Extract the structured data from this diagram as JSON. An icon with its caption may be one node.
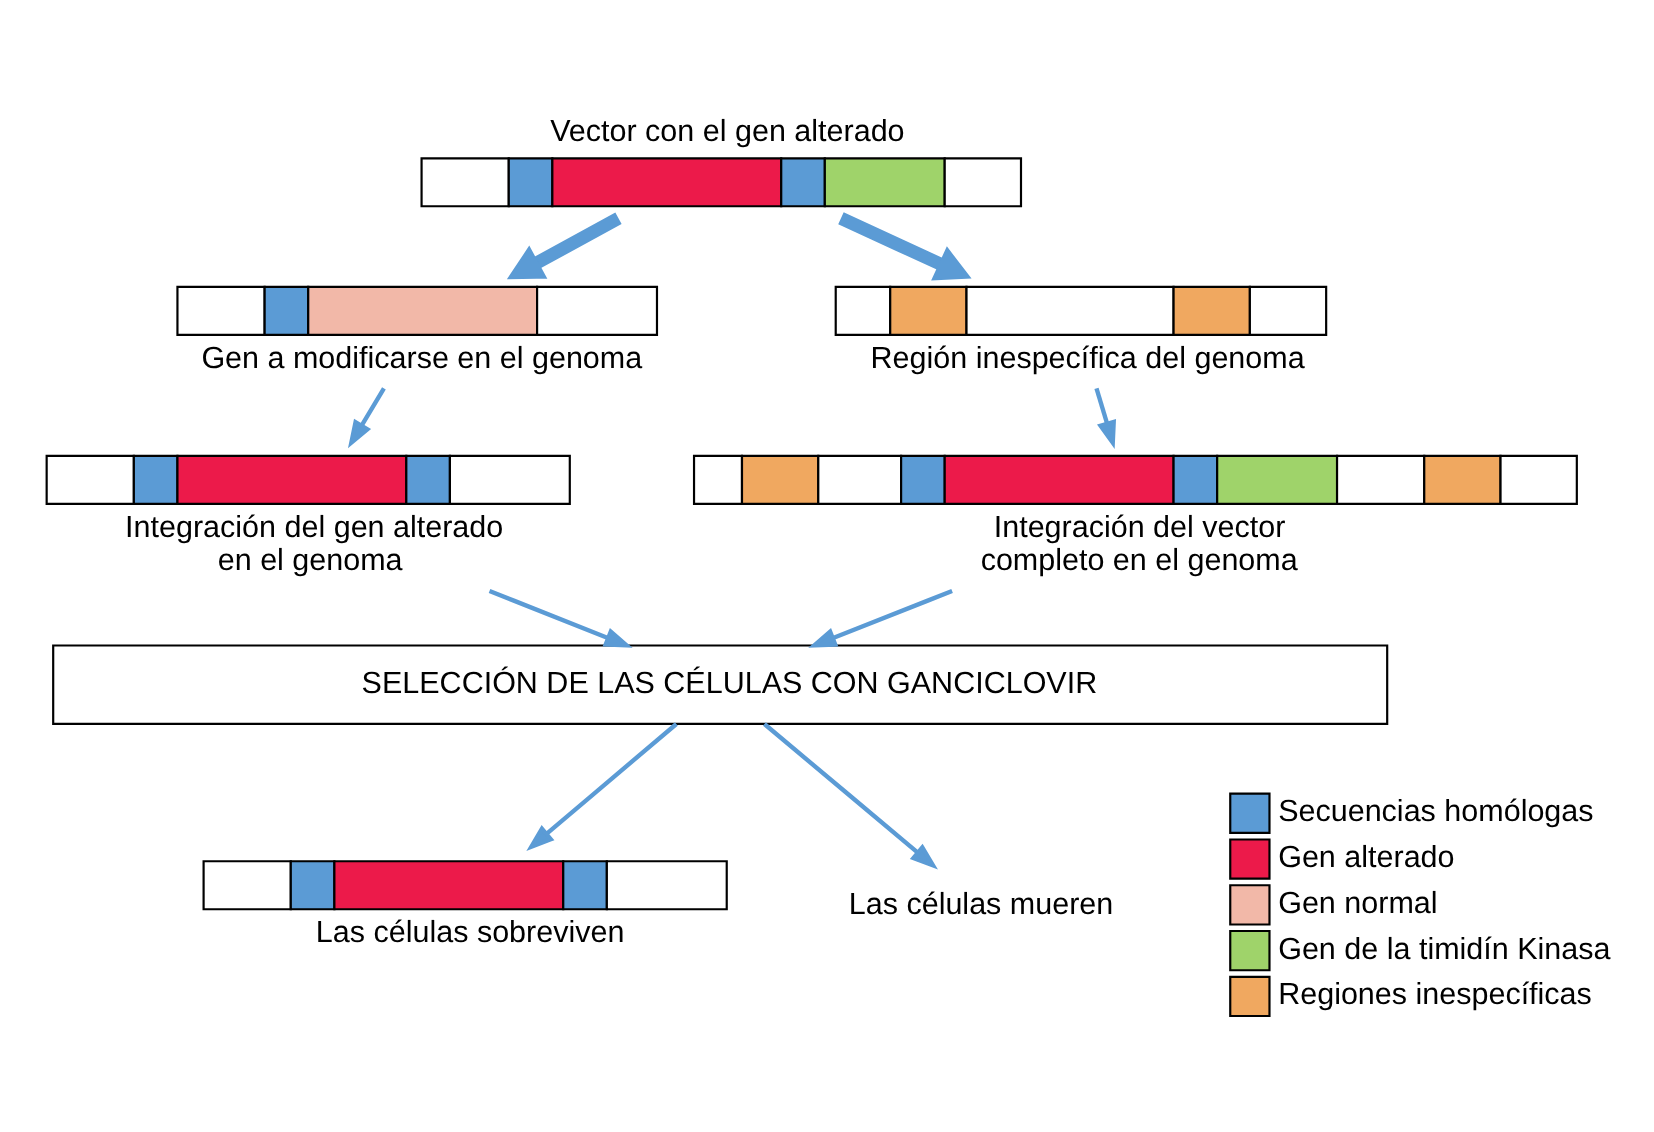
{
  "diagram": {
    "nodes": [
      {
        "text": [
          "Vector con el gen alterado"
        ]
      },
      {
        "text": [
          "Gen a modificarse en el genoma"
        ]
      },
      {
        "text": [
          "Región inespecífica del genoma"
        ]
      },
      {
        "text": [
          "Integración del gen alterado en el genoma"
        ]
      },
      {
        "text": [
          "Integración del vector completo en el genoma"
        ]
      },
      {
        "text": [
          "SELECCIÓN DE LAS CÉLULAS CON GANCICLOVIR"
        ]
      },
      {
        "text": [
          "Las células sobreviven"
        ]
      },
      {
        "text": [
          "Las células mueren"
        ]
      }
    ],
    "edges": [
      {
        "from": 0,
        "to": 1,
        "arrow": "to",
        "style": "thick"
      },
      {
        "from": 0,
        "to": 2,
        "arrow": "to",
        "style": "thick"
      },
      {
        "from": 1,
        "to": 3,
        "arrow": "to"
      },
      {
        "from": 2,
        "to": 4,
        "arrow": "to"
      },
      {
        "from": 3,
        "to": 5,
        "arrow": "to"
      },
      {
        "from": 4,
        "to": 5,
        "arrow": "to"
      },
      {
        "from": 5,
        "to": 6,
        "arrow": "to"
      },
      {
        "from": 5,
        "to": 7,
        "arrow": "to"
      }
    ],
    "legend": [
      {
        "text": "Secuencias homólogas",
        "color": "#5b9bd5"
      },
      {
        "text": "Gen alterado",
        "color": "#ec1a4a"
      },
      {
        "text": "Gen normal"
      },
      {
        "text": "Gen de la timidín Kinasa"
      },
      {
        "text": "Regiones inespecíficas"
      }
    ]
  }
}
